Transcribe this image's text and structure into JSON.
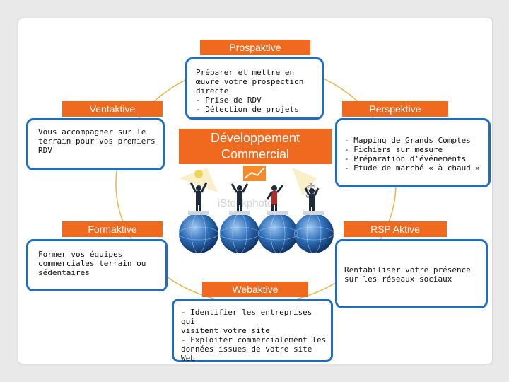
{
  "center": {
    "title_line1": "Développement",
    "title_line2": "Commercial"
  },
  "nodes": {
    "prospaktive": {
      "label": "Prospaktive",
      "text": "Préparer et mettre en\nœuvre votre prospection\ndirecte\n- Prise de RDV\n- Détection de projets"
    },
    "ventaktive": {
      "label": "Ventaktive",
      "text": "Vous accompagner sur le\nterrain pour vos premiers\nRDV"
    },
    "perspektive": {
      "label": "Perspektive",
      "text": "- Mapping de Grands Comptes\n- Fichiers sur mesure\n- Préparation d'événements\n- Etude de marché « à chaud »"
    },
    "formaktive": {
      "label": "Formaktive",
      "text": "Former vos équipes\ncommerciales terrain ou\nsédentaires"
    },
    "rsp_aktive": {
      "label": "RSP Aktive",
      "text": "Rentabiliser votre présence\nsur les réseaux sociaux"
    },
    "webaktive": {
      "label": "Webaktive",
      "text": "- Identifier les entreprises qui\nvisitent votre site\n-  Exploiter commercialement les\ndonnées issues de votre site\nWeb"
    }
  },
  "illustration": {
    "watermark": "iStockphoto"
  },
  "colors": {
    "accent_orange": "#ef6a1f",
    "box_border_blue": "#1f6cc1",
    "connector_gold": "#e7b64a"
  }
}
